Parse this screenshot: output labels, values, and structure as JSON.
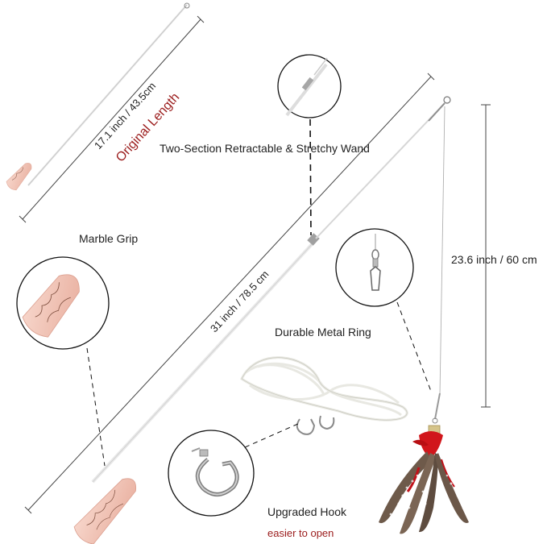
{
  "labels": {
    "original_size": "17.1 inch / 43.5cm",
    "original_length": "Original Length",
    "wand_feature": "Two-Section Retractable & Stretchy Wand",
    "grip": "Marble Grip",
    "extended_size": "31 inch / 78.5 cm",
    "string_size": "23.6 inch / 60 cm",
    "ring": "Durable Metal Ring",
    "hook": "Upgraded Hook",
    "hook_note": "easier to open"
  },
  "colors": {
    "text": "#222222",
    "accent_red": "#9b1c1c",
    "grip_pink": "#f2c4b5",
    "marble_vein": "#7a4a3a",
    "feather_red": "#d1161b",
    "metal": "#9a9a9a"
  }
}
